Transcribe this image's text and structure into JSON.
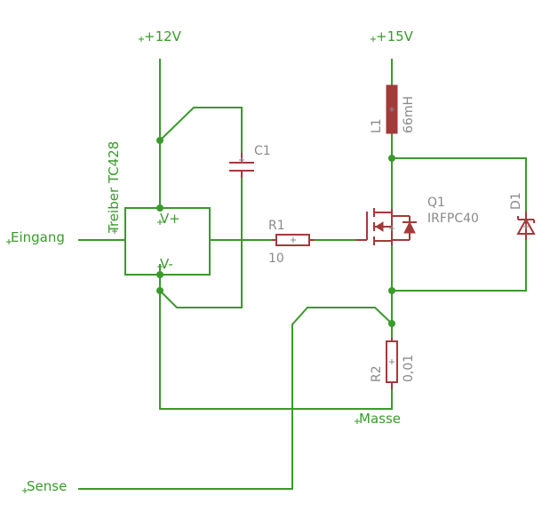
{
  "colors": {
    "net": "#3a9a2c",
    "part": "#a33a3a",
    "label_gray": "#8a8a8a",
    "background": "#ffffff"
  },
  "supplies": {
    "v12": "+12V",
    "v15": "+15V"
  },
  "driver": {
    "name": "Treiber TC428",
    "pin_vplus": "V+",
    "pin_vminus": "V-"
  },
  "components": {
    "c1": {
      "ref": "C1"
    },
    "r1": {
      "ref": "R1",
      "value": "10"
    },
    "l1": {
      "ref": "L1",
      "value": "66mH"
    },
    "q1": {
      "ref": "Q1",
      "value": "IRFPC40"
    },
    "d1": {
      "ref": "D1"
    },
    "r2": {
      "ref": "R2",
      "value": "0,01"
    }
  },
  "nets": {
    "input": "Eingang",
    "sense": "Sense",
    "ground": "Masse"
  }
}
